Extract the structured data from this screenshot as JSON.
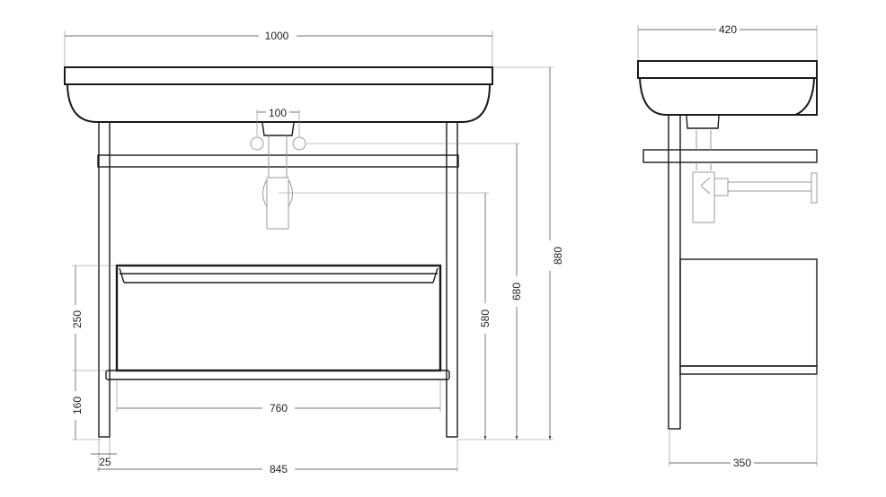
{
  "drawing": {
    "units": "mm",
    "front_view": {
      "dimensions": {
        "overall_width": "1000",
        "tap_spacing": "100",
        "overall_height": "880",
        "tap_height": "680",
        "waste_height": "580",
        "drawer_height": "250",
        "shelf_height": "160",
        "drawer_width": "760",
        "leg_size": "25",
        "leg_span": "845"
      }
    },
    "side_view": {
      "dimensions": {
        "basin_depth": "420",
        "frame_depth": "350"
      }
    }
  }
}
